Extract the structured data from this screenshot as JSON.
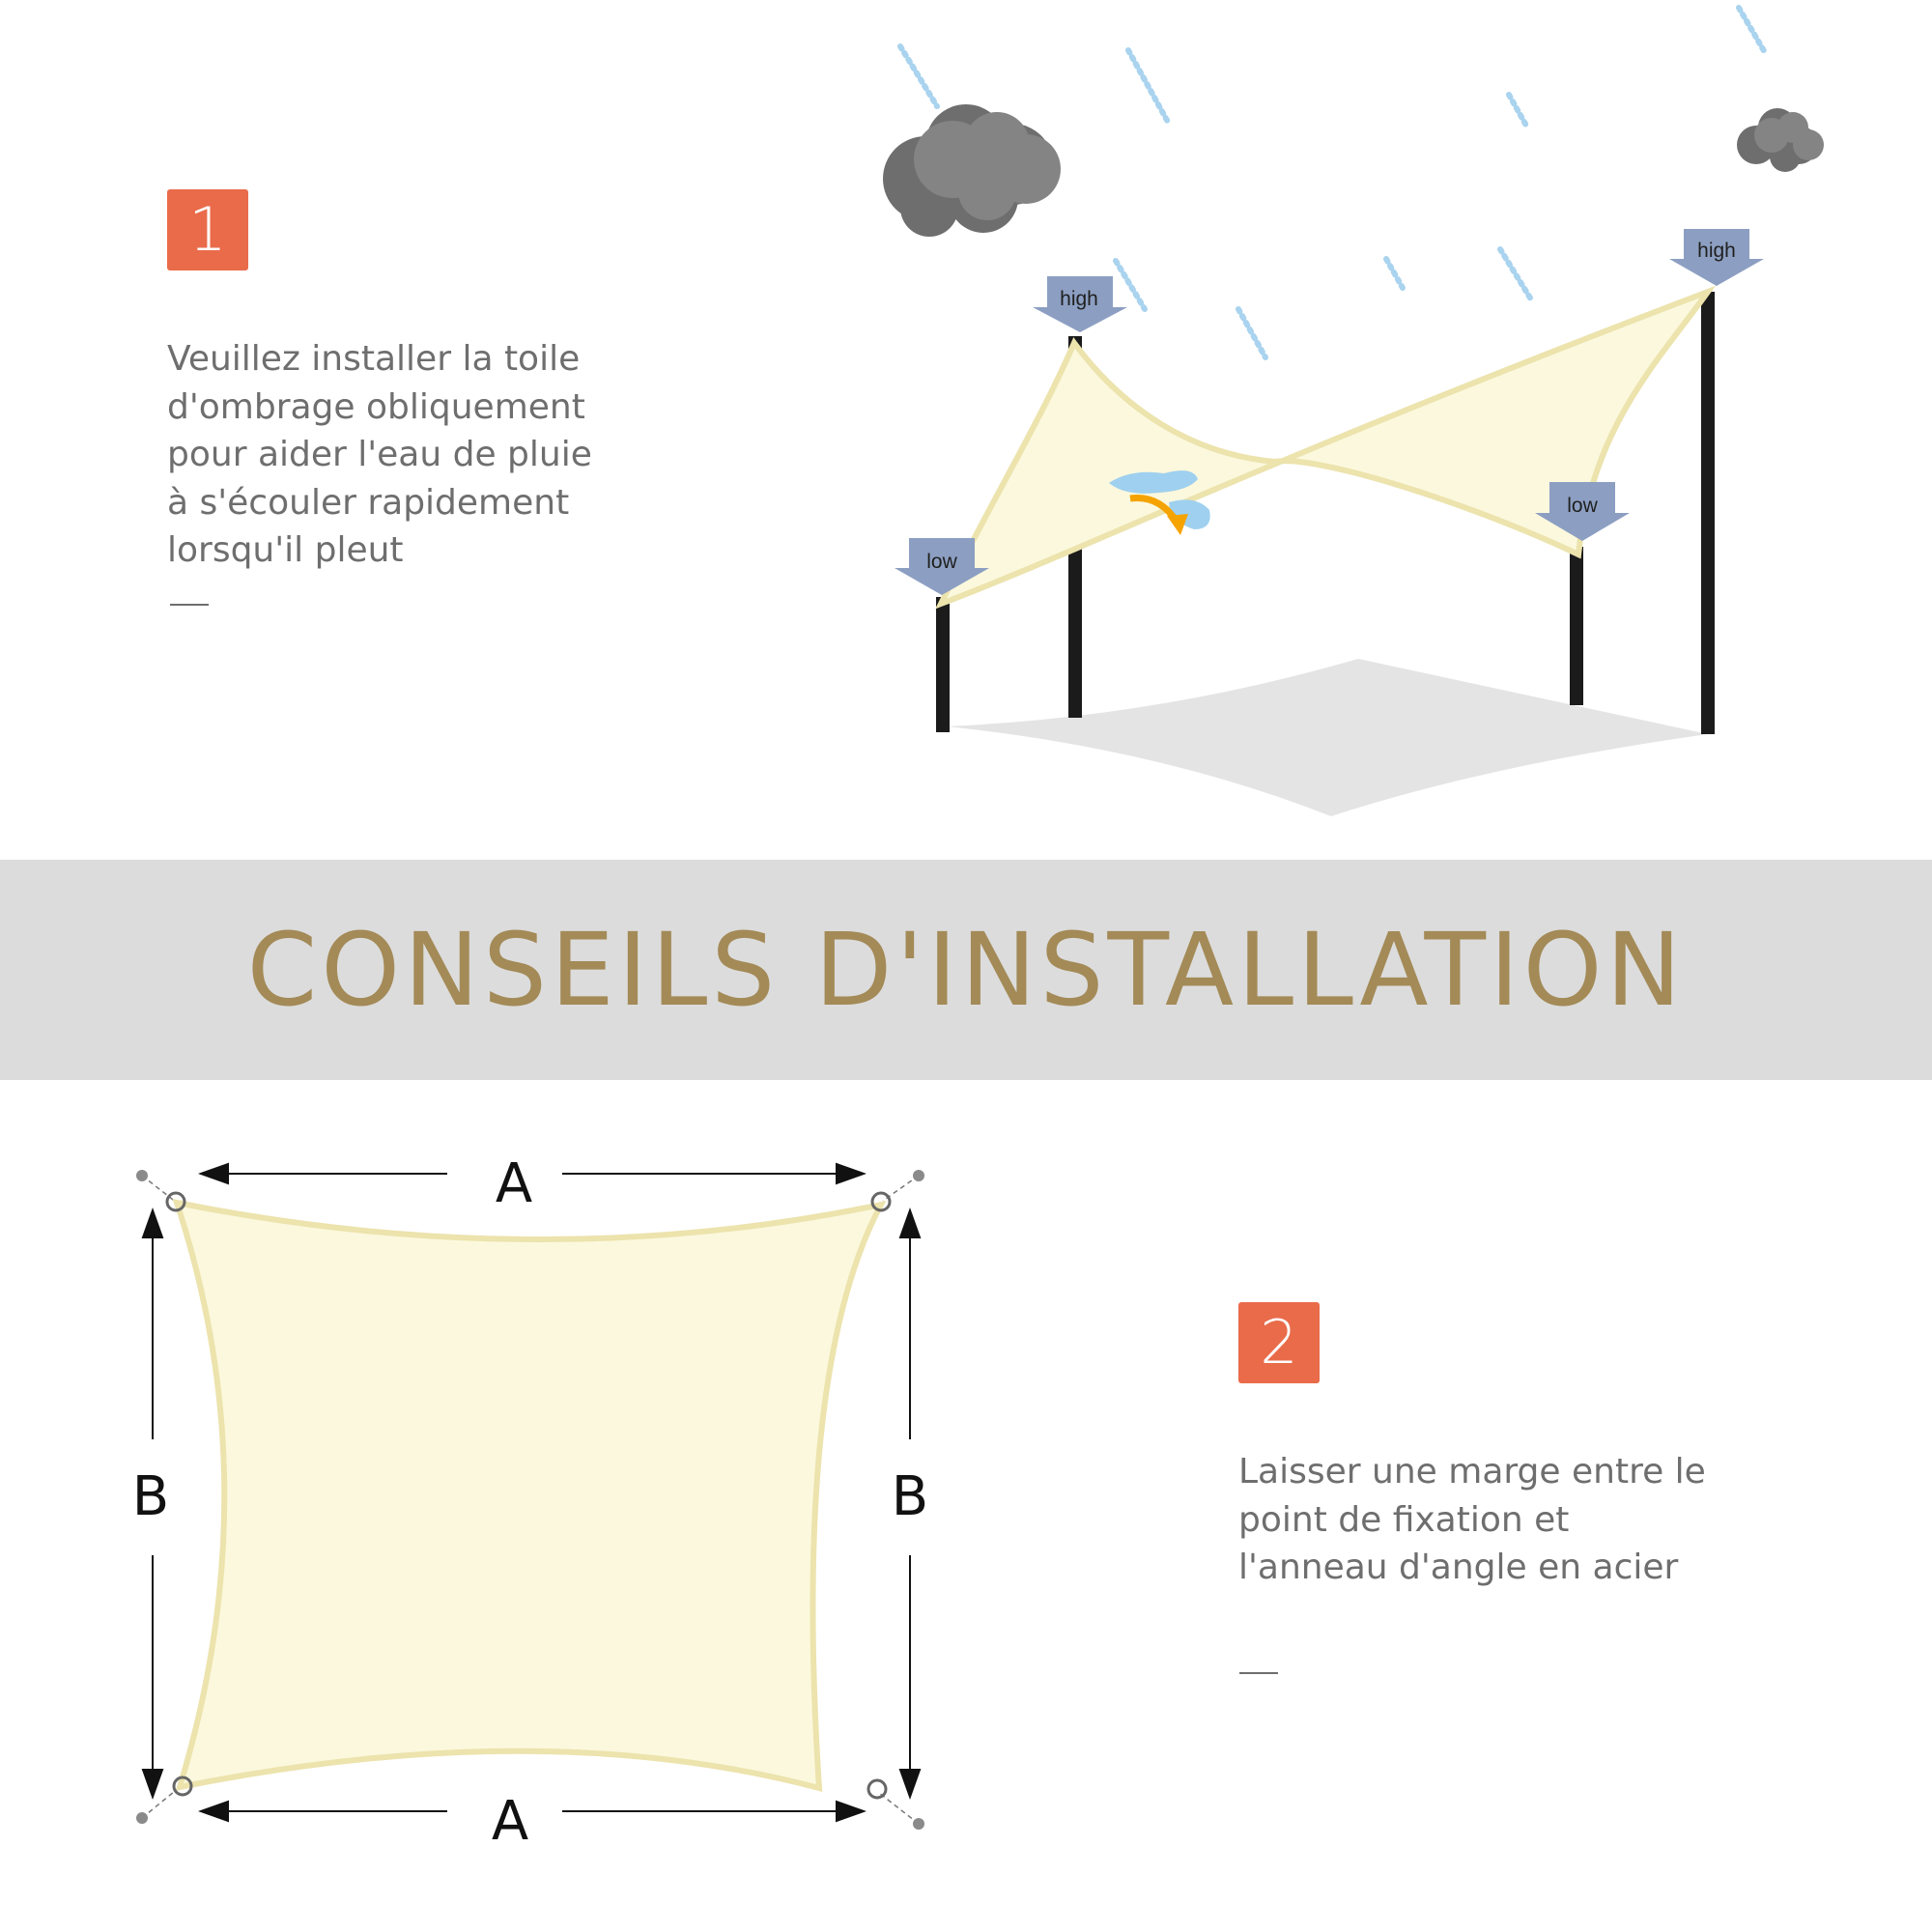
{
  "banner": {
    "title": "CONSEILS D'INSTALLATION"
  },
  "step1": {
    "number": "1",
    "lines": [
      "Veuillez installer la toile",
      "d'ombrage obliquement",
      "pour aider l'eau de pluie",
      "à s'écouler rapidement",
      "lorsqu'il pleut"
    ]
  },
  "step2": {
    "number": "2",
    "lines": [
      "Laisser une marge entre le",
      "point de fixation et",
      "l'anneau d'angle en acier"
    ]
  },
  "diagram1": {
    "labels": {
      "high_left": "high",
      "high_right": "high",
      "low_left": "low",
      "low_right": "low"
    }
  },
  "diagram2": {
    "labels": {
      "a_top": "A",
      "a_bottom": "A",
      "b_left": "B",
      "b_right": "B"
    }
  },
  "colors": {
    "badge": "#e96b4a",
    "banner_bg": "#dcdcdc",
    "banner_text": "#a38a57",
    "sail_fill": "#fbf8dd",
    "sail_edge": "#ece3ad",
    "arrow_marker": "#8c9fc2"
  }
}
